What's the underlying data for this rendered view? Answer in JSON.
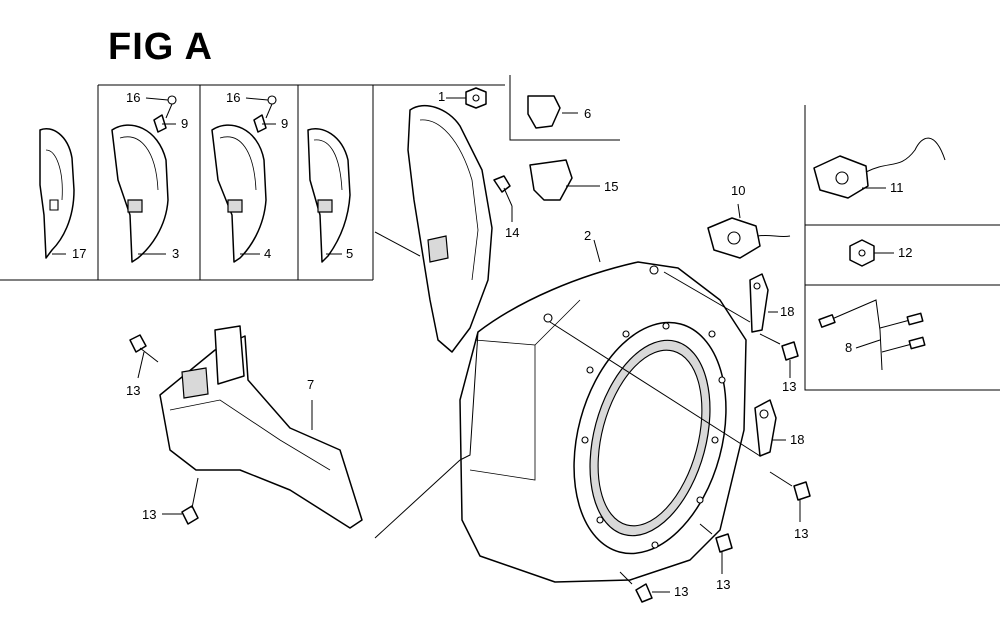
{
  "figure_title": "FIG A",
  "callouts": {
    "c1": "1",
    "c2": "2",
    "c3": "3",
    "c4": "4",
    "c5": "5",
    "c6": "6",
    "c7": "7",
    "c8": "8",
    "c9a": "9",
    "c9b": "9",
    "c10": "10",
    "c11": "11",
    "c12": "12",
    "c13a": "13",
    "c13b": "13",
    "c13c": "13",
    "c13d": "13",
    "c13e": "13",
    "c13f": "13",
    "c14": "14",
    "c15": "15",
    "c16a": "16",
    "c16b": "16",
    "c17": "17",
    "c18a": "18",
    "c18b": "18"
  }
}
